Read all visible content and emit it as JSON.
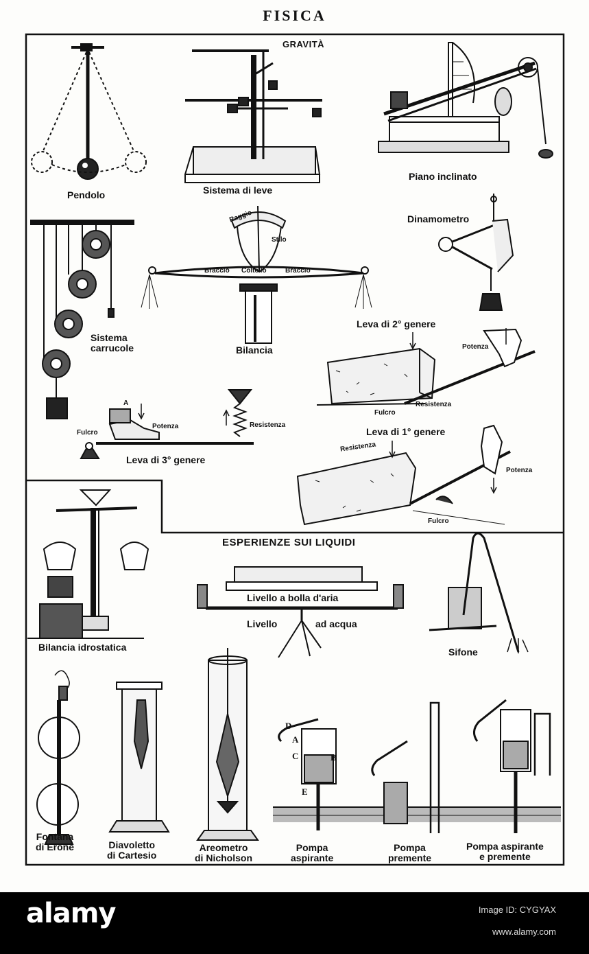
{
  "title": "FISICA",
  "sections": {
    "gravity": "GRAVITÀ",
    "liquids": "ESPERIENZE SUI LIQUIDI"
  },
  "labels": {
    "pendolo": "Pendolo",
    "sistema_leve": "Sistema di leve",
    "piano_inclinato": "Piano inclinato",
    "dinamometro": "Dinamometro",
    "sistema_carrucole_1": "Sistema",
    "sistema_carrucole_2": "carrucole",
    "bilancia": "Bilancia",
    "leva2": "Leva di 2° genere",
    "leva3": "Leva di 3° genere",
    "leva1": "Leva di 1° genere",
    "bilancia_idro": "Bilancia idrostatica",
    "livello_bolla": "Livello a bolla d'aria",
    "livello": "Livello",
    "ad_acqua": "ad acqua",
    "sifone": "Sifone",
    "fontana_1": "Fontana",
    "fontana_2": "di Erone",
    "diavoletto_1": "Diavoletto",
    "diavoletto_2": "di Cartesio",
    "areometro_1": "Areometro",
    "areometro_2": "di Nicholson",
    "pompa_asp_1": "Pompa",
    "pompa_asp_2": "aspirante",
    "pompa_prem_1": "Pompa",
    "pompa_prem_2": "premente",
    "pompa_ap_1": "Pompa aspirante",
    "pompa_ap_2": "e premente"
  },
  "small_labels": {
    "raggio": "Raggio",
    "stilo": "Stilo",
    "braccio_l": "Braccio",
    "coltello": "Coltello",
    "braccio_r": "Braccio",
    "potenza2": "Potenza",
    "fulcro2": "Fulcro",
    "resistenza2": "Resistenza",
    "fulcro3": "Fulcro",
    "potenza3": "Potenza",
    "resistenza3": "Resistenza",
    "point_a3": "A",
    "resistenza1": "Resistenza",
    "potenza1": "Potenza",
    "fulcro1": "Fulcro",
    "pump_d": "D",
    "pump_a": "A",
    "pump_c": "C",
    "pump_b": "B",
    "pump_e": "E"
  },
  "watermark": {
    "logo": "alamy",
    "image_id": "Image ID: CYGYAX",
    "url": "www.alamy.com"
  }
}
